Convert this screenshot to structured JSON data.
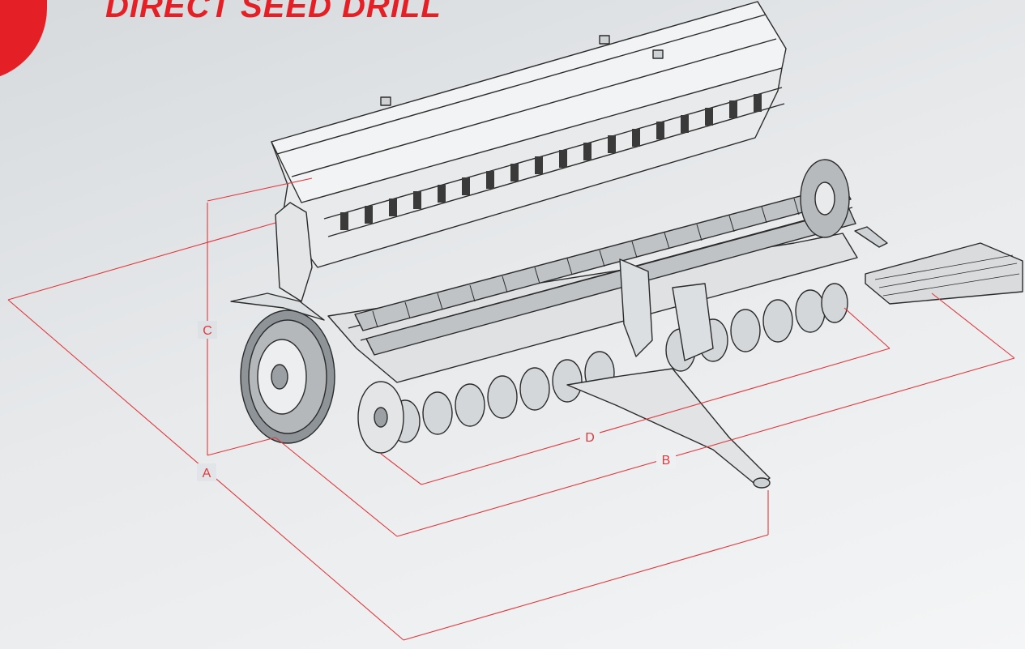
{
  "title": "DIRECT SEED DRILL",
  "colors": {
    "accent": "#e41f26",
    "dimension_line": "#e0393e",
    "outline": "#2b2b2b",
    "machine_fill": "#e9eaeb",
    "machine_shade": "#cfd2d4"
  },
  "dimensions": {
    "a": "A",
    "b": "B",
    "c": "C",
    "d": "D"
  }
}
